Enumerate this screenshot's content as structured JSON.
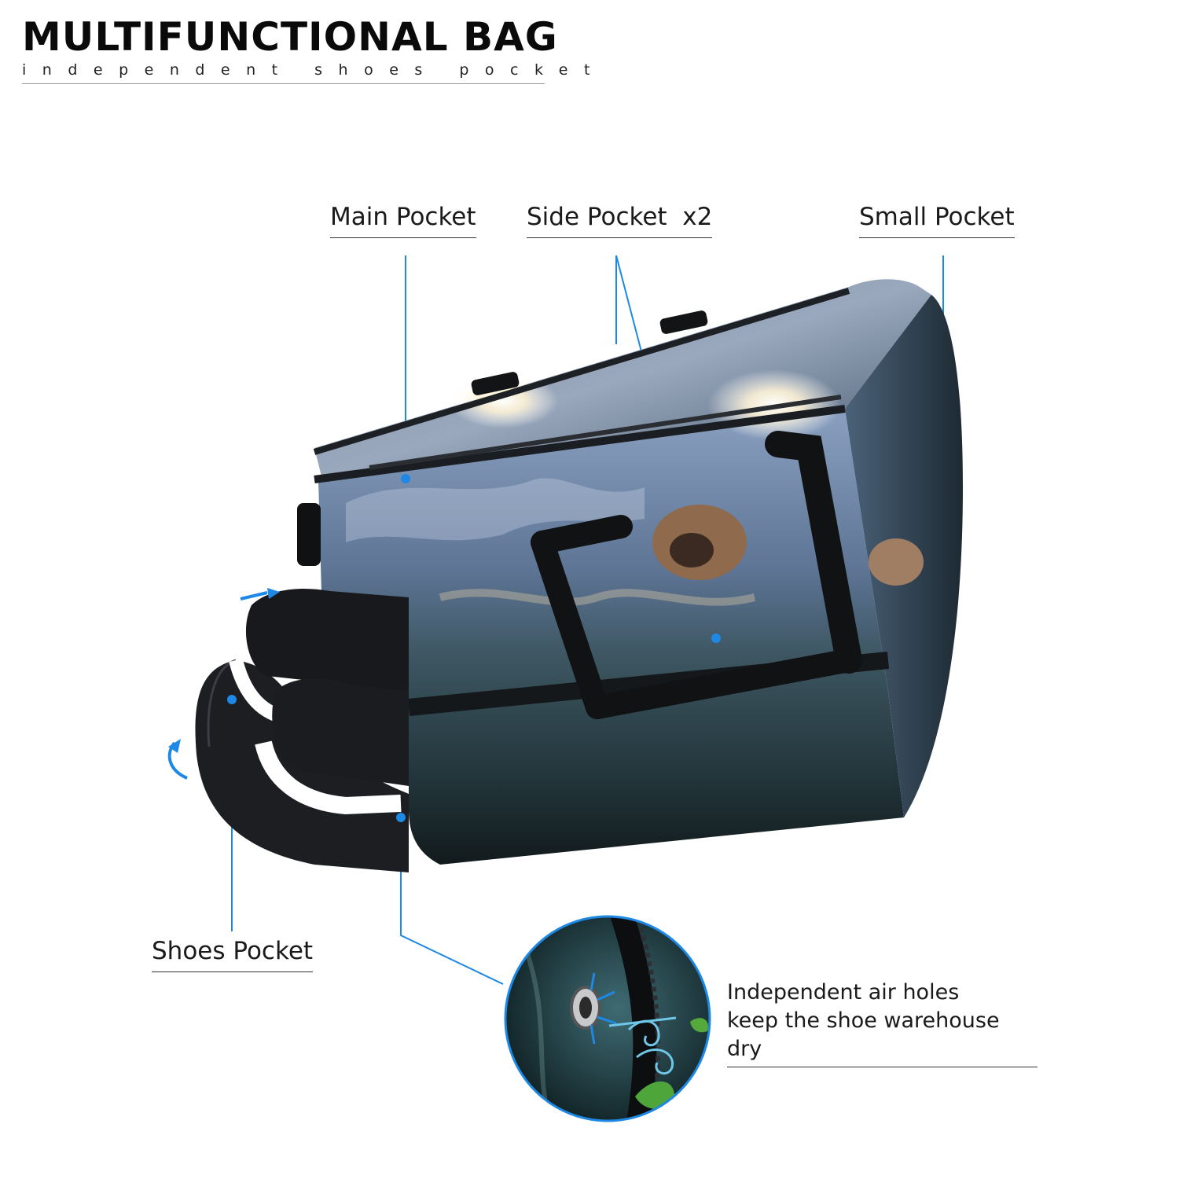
{
  "header": {
    "title": "MULTIFUNCTIONAL BAG",
    "subtitle": "independent shoes pocket"
  },
  "callouts": {
    "main_pocket": "Main Pocket",
    "side_pocket": "Side Pocket  x2",
    "small_pocket": "Small Pocket",
    "shoes_pocket": "Shoes Pocket",
    "air_holes_line1": "Independent air holes",
    "air_holes_line2": "keep the shoe warehouse dry"
  },
  "colors": {
    "accent": "#1e88e5",
    "text": "#1a1a1a",
    "bag_dark": "#1b1e22",
    "water": "#2c4a55"
  }
}
